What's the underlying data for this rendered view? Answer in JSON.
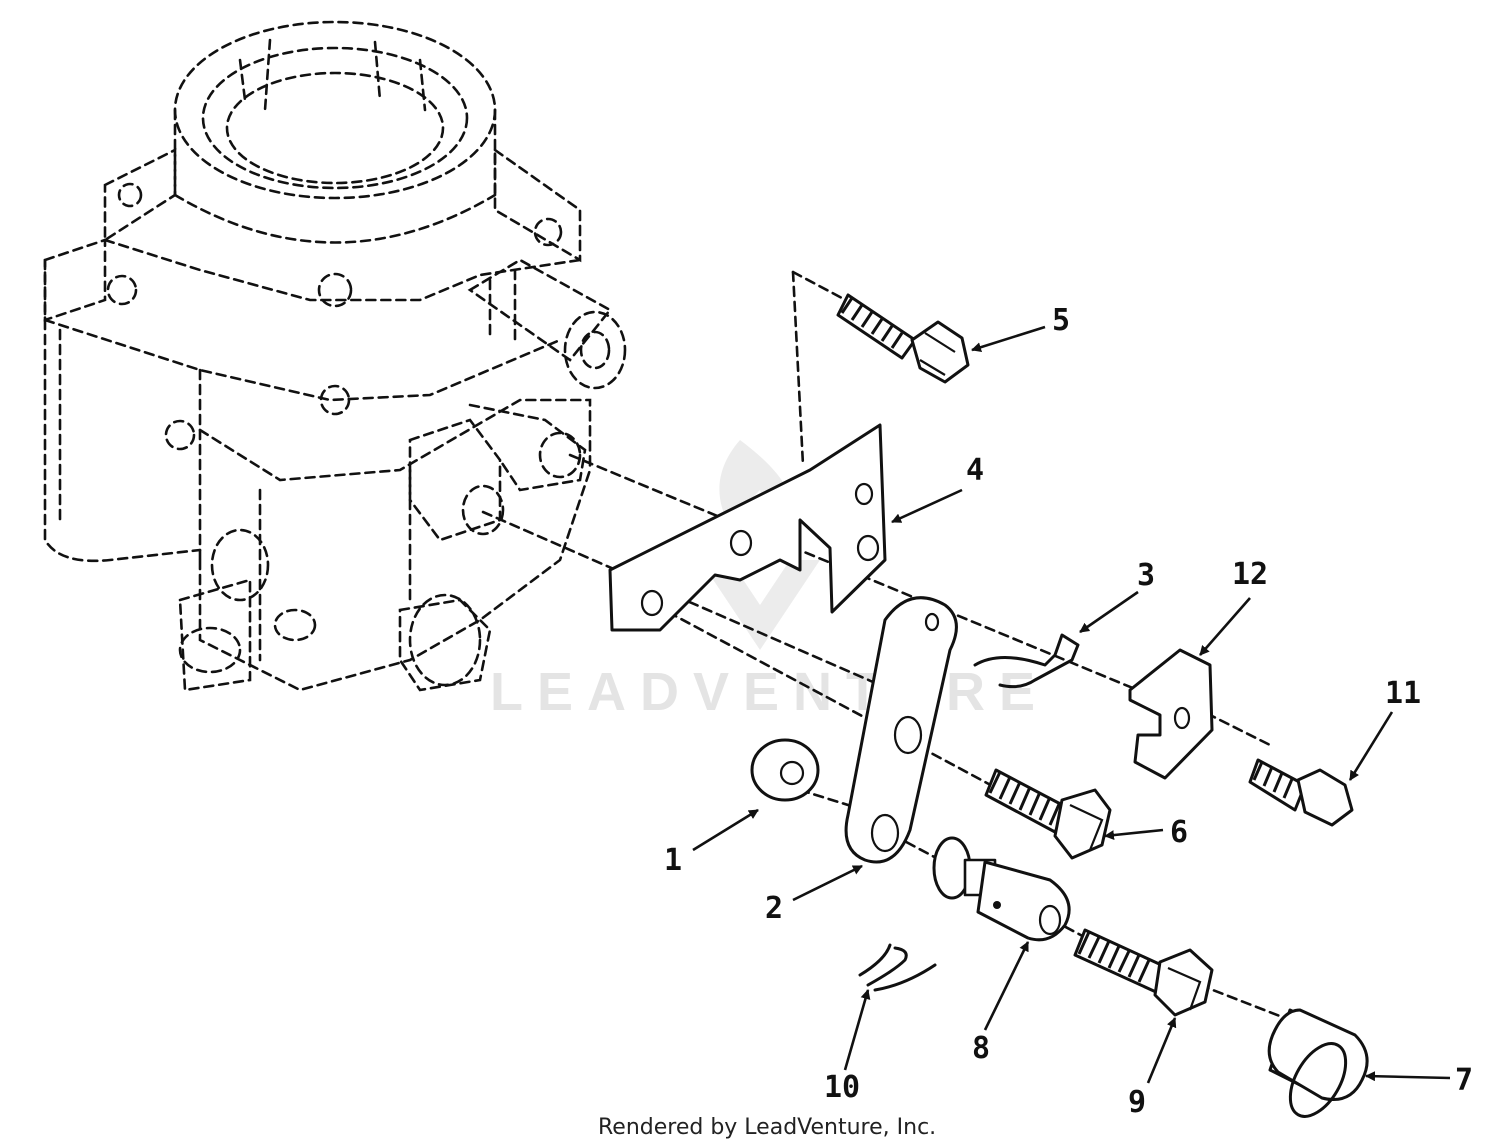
{
  "watermark": "LEADVENTURE",
  "footer": "Rendered by LeadVenture, Inc.",
  "callouts": [
    "1",
    "2",
    "3",
    "4",
    "5",
    "6",
    "7",
    "8",
    "9",
    "10",
    "11",
    "12"
  ]
}
